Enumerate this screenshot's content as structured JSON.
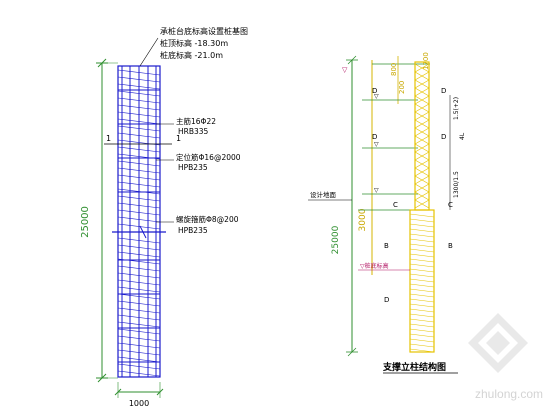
{
  "left": {
    "note": [
      "承桩台底标高设置桩基图",
      "桩顶标高 -18.30m",
      "桩底标高 -21.0m"
    ],
    "main_bar": [
      "主筋16Φ22",
      "HRB335"
    ],
    "stirrup_fix": [
      "定位筋Φ16@2000",
      "HPB235"
    ],
    "spiral": [
      "螺旋箍筋Φ8@200",
      "HPB235"
    ],
    "section_mark": "1",
    "height_dim": "25000",
    "width_dim": "1000"
  },
  "right": {
    "caption": "支撑立柱结构图",
    "dim_total": "25000",
    "dim_lower": "3000",
    "dims_top": [
      "800",
      "1700",
      "200"
    ],
    "side_dims": [
      "1.5(+2)",
      "4L",
      "1300/1.5"
    ],
    "letters": [
      "D",
      "D",
      "D",
      "D",
      "C",
      "C",
      "B",
      "B",
      "D"
    ],
    "level_mark": "设计地面",
    "bottom_note": "▽桩底标高"
  },
  "watermark": "zhulong.com"
}
